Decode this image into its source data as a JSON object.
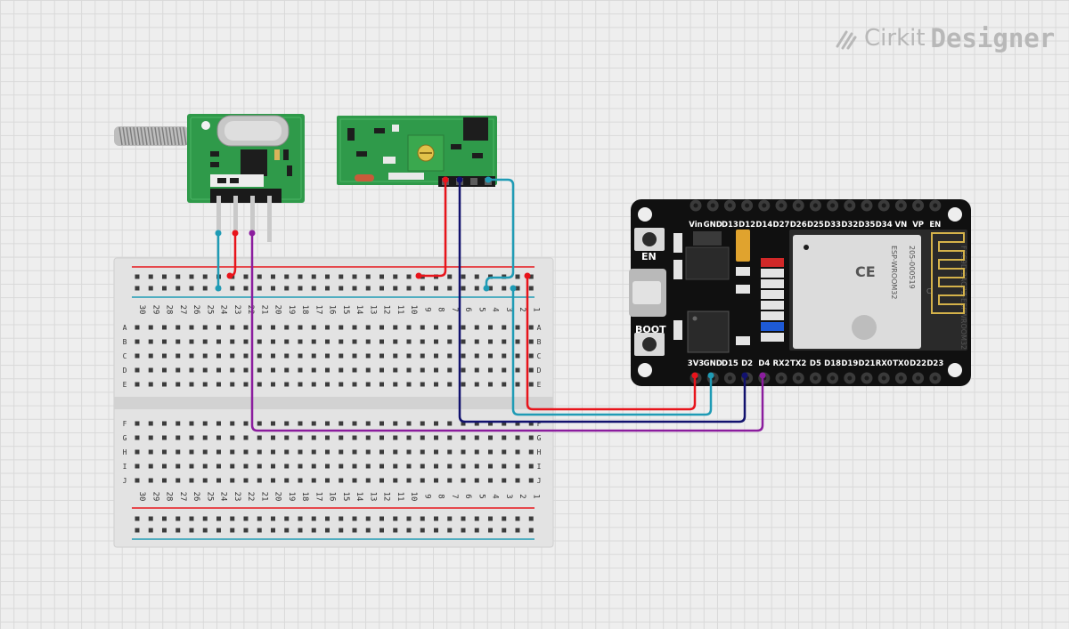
{
  "brand": {
    "name": "Cirkit",
    "product": "Designer"
  },
  "breadboard": {
    "columns_top": [
      "30",
      "29",
      "28",
      "27",
      "26",
      "25",
      "24",
      "23",
      "22",
      "21",
      "20",
      "19",
      "18",
      "17",
      "16",
      "15",
      "14",
      "13",
      "12",
      "11",
      "10",
      "9",
      "8",
      "7",
      "6",
      "5",
      "4",
      "3",
      "2",
      "1"
    ],
    "rows_top": [
      "A",
      "B",
      "C",
      "D",
      "E"
    ],
    "rows_bottom": [
      "F",
      "G",
      "H",
      "I",
      "J"
    ]
  },
  "esp32": {
    "top_pins": [
      "Vin",
      "GND",
      "D13",
      "D12",
      "D14",
      "D27",
      "D26",
      "D25",
      "D33",
      "D32",
      "D35",
      "D34",
      "VN",
      "VP",
      "EN"
    ],
    "bottom_pins": [
      "3V3",
      "GND",
      "D15",
      "D2",
      "D4",
      "RX2",
      "TX2",
      "D5",
      "D18",
      "D19",
      "D21",
      "RX0",
      "TX0",
      "D22",
      "D23"
    ],
    "buttons": [
      "EN",
      "BOOT"
    ],
    "module_text": [
      "ESP-WROOM32",
      "205-000519",
      "FCC9D:2AC7Z-ESPWROOM32"
    ]
  },
  "wires": [
    {
      "name": "transmitter-gnd-wire",
      "color": "#1f9bb5"
    },
    {
      "name": "transmitter-vcc-wire",
      "color": "#e8141b"
    },
    {
      "name": "transmitter-data-wire",
      "color": "#8b1d9e"
    },
    {
      "name": "receiver-vcc-wire",
      "color": "#e8141b"
    },
    {
      "name": "receiver-data-wire",
      "color": "#12126e"
    },
    {
      "name": "receiver-gnd-wire",
      "color": "#1f9bb5"
    },
    {
      "name": "power-rail-3v3-wire",
      "color": "#e8141b"
    },
    {
      "name": "power-rail-gnd-wire",
      "color": "#1f9bb5"
    }
  ]
}
